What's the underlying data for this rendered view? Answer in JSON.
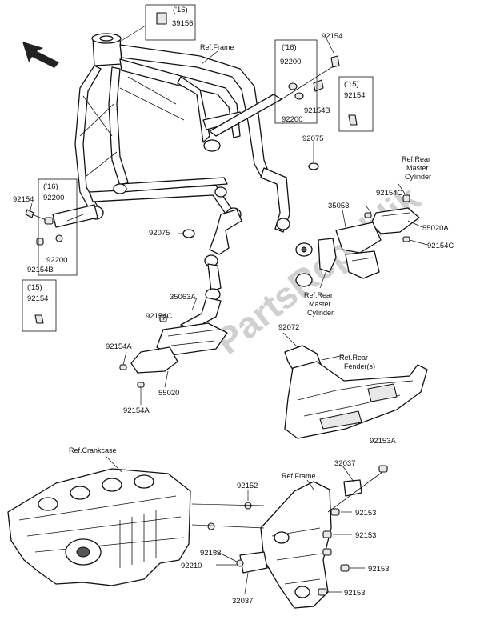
{
  "watermark": "PartsRepublik",
  "arrow": "direction-arrow-icon",
  "top_inset": {
    "year": "('16)",
    "part": "39156"
  },
  "labels": {
    "ref_frame_top": "Ref.Frame",
    "p92154_top": "92154",
    "p92200_a": "92200",
    "p92154b_a": "92154B",
    "p92200_b": "92200",
    "p92075_right": "92075",
    "ref_rear_master_top_1": "Ref.Rear",
    "ref_rear_master_top_2": "Master",
    "ref_rear_master_top_3": "Cylinder",
    "p92154c_right": "92154C",
    "p35053": "35053",
    "p55020a": "55020A",
    "p92154c_right2": "92154C",
    "ref_rear_master_bot_1": "Ref.Rear",
    "ref_rear_master_bot_2": "Master",
    "ref_rear_master_bot_3": "Cylinder",
    "p92154_left": "92154",
    "p92200_left_a": "92200",
    "p92200_left_b": "92200",
    "p92154b_left": "92154B",
    "p92075_left": "92075",
    "p35063a": "35063A",
    "p92154c_left": "92154C",
    "p92154a_1": "92154A",
    "p55020": "55020",
    "p92154a_2": "92154A",
    "p92072": "92072",
    "ref_rear_fender_1": "Ref.Rear",
    "ref_rear_fender_2": "Fender(s)",
    "ref_crankcase": "Ref.Crankcase",
    "p92153a": "92153A",
    "p32037_top": "32037",
    "ref_frame_bottom": "Ref.Frame",
    "p92152_top": "92152",
    "p92153_1": "92153",
    "p92153_2": "92153",
    "p92152_bot": "92152",
    "p92210": "92210",
    "p92153_3": "92153",
    "p32037_bot": "32037",
    "p92153_4": "92153"
  },
  "boxes": {
    "year16_right": "('16)",
    "year15_right": "('15)",
    "year15_right_part": "92154",
    "year16_left": "('16)",
    "year15_left": "('15)",
    "year15_left_part": "92154"
  }
}
